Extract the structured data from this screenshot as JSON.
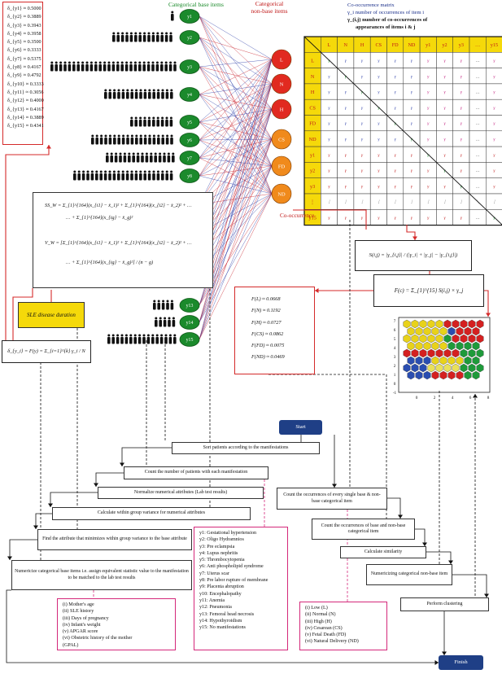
{
  "delta_values": [
    "δ_{y1} ≈ 0.5000",
    "δ_{y2} ≈ 0.3889",
    "δ_{y3} ≈ 0.3943",
    "δ_{y4} ≈ 0.3958",
    "δ_{y5} ≈ 0.3500",
    "δ_{y6} ≈ 0.3333",
    "δ_{y7} ≈ 0.5375",
    "δ_{y8} ≈ 0.4167",
    "δ_{y9} ≈ 0.4792",
    "δ_{y10} ≈ 0.3333",
    "δ_{y11} ≈ 0.3056",
    "δ_{y12} ≈ 0.4000",
    "δ_{y13} ≈ 0.4167",
    "δ_{y14} ≈ 0.3889",
    "δ_{y15} ≈ 0.4341"
  ],
  "headers": {
    "categorical_base": "Categorical base items",
    "categorical_nonbase": "Categorical\nnon-base items"
  },
  "legend": {
    "title": "Co-occurrence matrix",
    "line1": "γ_i  number of occurrences of item i",
    "line2": "γ_(i,j)  number of co-occurrences of",
    "line3": "appearances of items i & j"
  },
  "base_nodes": [
    "y1",
    "y2",
    "y3",
    "y4",
    "y5",
    "y6",
    "y7",
    "y8",
    "y9",
    "y10",
    "y11",
    "y12",
    "y13",
    "y14",
    "y15"
  ],
  "nonbase_nodes": [
    "L",
    "N",
    "H",
    "CS",
    "FD",
    "ND"
  ],
  "nonbase_colors": {
    "L": "#e12a20",
    "N": "#e12a20",
    "H": "#e12a20",
    "CS": "#f08a1c",
    "FD": "#f08a1c",
    "ND": "#f08a1c"
  },
  "matrix": {
    "col_headers": [
      "L",
      "N",
      "H",
      "CS",
      "FD",
      "ND",
      "y1",
      "y2",
      "y3",
      "…",
      "y15"
    ],
    "row_headers": [
      "L",
      "N",
      "H",
      "CS",
      "FD",
      "ND",
      "y1",
      "y2",
      "y3",
      "⋮",
      "y15"
    ]
  },
  "cooccurrence_label": "Co-occurrence",
  "similarity_formula": "S(i,j) = |γ_{i,j}| / (|γ_i| + |γ_j| − |γ_{i,j}|)",
  "f_formula": "F(c) = Σ_{1}^{15} S(i,j) × γ_j",
  "f_values": [
    "F(L) ≈ 0.0668",
    "F(N) ≈ 0.1192",
    "F(H) ≈ 0.0727",
    "F(CS) ≈ 0.0862",
    "F(FD) ≈ 0.0075",
    "F(ND) ≈ 0.0469"
  ],
  "variance_formula": {
    "ss_line1": "SS_W = Σ_{1}^{164}(x_{i1} − x̄_1)² + Σ_{1}^{164}(x_{i2} − x̄_2)² + …",
    "ss_line2": "… + Σ_{1}^{164}(x_{ig} − x̄_g)²",
    "v_line1": "V_W = [Σ_{1}^{164}(x_{i1} − x̄_1)² + Σ_{1}^{164}(x_{i2} − x̄_2)² + …",
    "v_line2": "… + Σ_{1}^{164}(x_{ig} − x̄_g)²] / (n − g)"
  },
  "sle_label": "SLE disease duration",
  "delta_formula": "δ_{y_i} = F(y) = Σ_{i=1}^{k} γ_i / N",
  "scatter": {
    "x_ticks": [
      "0",
      "2",
      "4",
      "6",
      "8"
    ],
    "y_ticks": [
      "7",
      "6",
      "5",
      "4",
      "3",
      "2",
      "1",
      "0",
      "-1"
    ]
  },
  "flow": {
    "start": "Start",
    "finish": "Finish",
    "steps": [
      "Sort patients according to the manifestations",
      "Count the number of patients with each manifestation",
      "Normalize numerical attributes (Lab test results)",
      "Calculate within group variance for numerical attributes",
      "Find the attribute that minimizes within group variance to the base attribute",
      "Numericize categorical base items i.e. assign equivalent statistic value to the manifestation to be matched to the lab test results",
      "Count the occurrences of every single base & non-base categorical item",
      "Count the occurrences of base and non-base categorical item",
      "Calculate similarity",
      "Numericizing categorical non-base item",
      "Perform clustering"
    ]
  },
  "manifestations": [
    "y1: Gestational hypertension",
    "y2: Oligo Hydramnios",
    "y3: Pre eclampsia",
    "y4: Lupus nephritis",
    "y5: Thrombocytopenia",
    "y6: Anti phospholipid syndrome",
    "y7: Uterus scar",
    "y8: Pre labor rupture of membrane",
    "y9: Placenta abruption",
    "y10: Encephalopathy",
    "y11: Anemia",
    "y12: Pneumonia",
    "y13: Femoral head necrosis",
    "y14: Hypothyroidism",
    "y15: No manifestations"
  ],
  "attributes": [
    "(i) Mother's age",
    "(ii) SLE history",
    "(iii) Days of pregnancy",
    "(iv) Infant's weight",
    "(v) APGAR score",
    "(vi) Obstetric history of the mother",
    "(GPAL)"
  ],
  "outcomes": [
    "(i) Low (L)",
    "(ii) Normal (N)",
    "(iii) High (H)",
    "(iv) Cesarean (CS)",
    "(v) Fetal Death (FD)",
    "(vi) Natural Delivery (ND)"
  ]
}
